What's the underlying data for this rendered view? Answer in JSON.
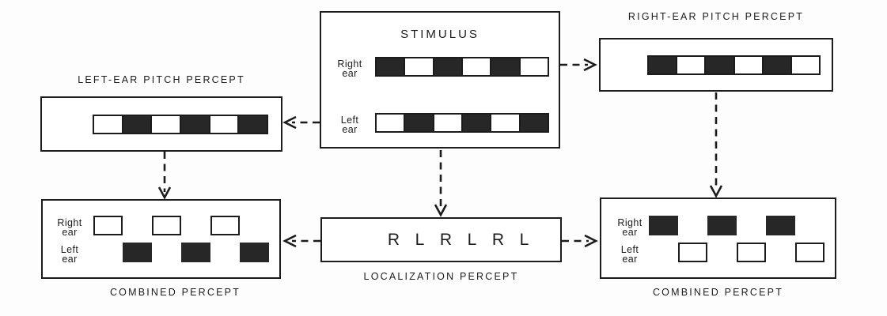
{
  "colors": {
    "ink": "#1c1c1c",
    "fill_dark": "#272727",
    "background": "#fdfdfd"
  },
  "stimulus": {
    "title": "STIMULUS",
    "rows": [
      {
        "label": [
          "Right",
          "ear"
        ],
        "pattern": [
          "filled",
          "open",
          "filled",
          "open",
          "filled",
          "open"
        ]
      },
      {
        "label": [
          "Left",
          "ear"
        ],
        "pattern": [
          "open",
          "filled",
          "open",
          "filled",
          "open",
          "filled"
        ]
      }
    ]
  },
  "right_pitch": {
    "title": "RIGHT-EAR PITCH PERCEPT",
    "pattern": [
      "filled",
      "open",
      "filled",
      "open",
      "filled",
      "open"
    ]
  },
  "left_pitch": {
    "title": "LEFT-EAR PITCH PERCEPT",
    "pattern": [
      "open",
      "filled",
      "open",
      "filled",
      "open",
      "filled"
    ]
  },
  "localization": {
    "title": "LOCALIZATION PERCEPT",
    "letters": [
      "R",
      "L",
      "R",
      "L",
      "R",
      "L"
    ]
  },
  "combined_left": {
    "title": "COMBINED PERCEPT",
    "rows": [
      {
        "label": [
          "Right",
          "ear"
        ],
        "slots": [
          "open",
          null,
          "open",
          null,
          "open",
          null
        ]
      },
      {
        "label": [
          "Left",
          "ear"
        ],
        "slots": [
          null,
          "filled",
          null,
          "filled",
          null,
          "filled"
        ]
      }
    ]
  },
  "combined_right": {
    "title": "COMBINED PERCEPT",
    "rows": [
      {
        "label": [
          "Right",
          "ear"
        ],
        "slots": [
          "filled",
          null,
          "filled",
          null,
          "filled",
          null
        ]
      },
      {
        "label": [
          "Left",
          "ear"
        ],
        "slots": [
          null,
          "open",
          null,
          "open",
          null,
          "open"
        ]
      }
    ]
  }
}
